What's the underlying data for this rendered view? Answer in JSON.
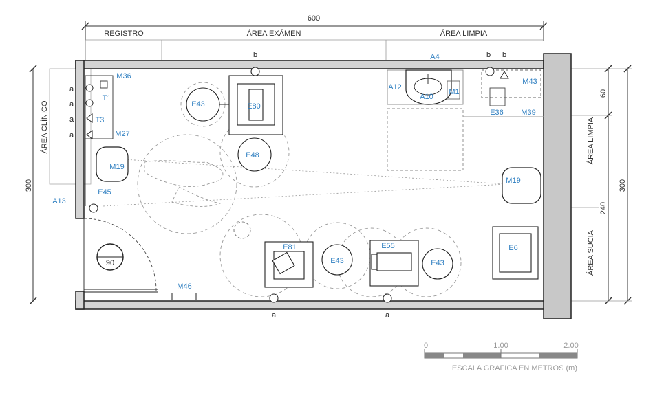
{
  "dimensions": {
    "top_total": "600",
    "left_total": "300",
    "right_total": "300",
    "right_upper": "60",
    "right_lower": "240"
  },
  "zones": {
    "registro": "REGISTRO",
    "area_examen": "ÁREA EXÁMEN",
    "area_limpia_top": "ÁREA LIMPIA",
    "area_clinico": "ÁREA CLÍNICO",
    "area_limpia_right": "ÁREA LIMPIA",
    "area_sucia": "ÁREA SUCIA"
  },
  "markers": {
    "b_exam": "b",
    "b1": "b",
    "b2": "b",
    "a_left": [
      "a",
      "a",
      "a",
      "a"
    ],
    "a_bottom1": "a",
    "a_bottom2": "a"
  },
  "labels": {
    "A4": "A4",
    "A12": "A12",
    "A10": "A10",
    "M1": "M1",
    "M43": "M43",
    "E36": "E36",
    "M39": "M39",
    "M36": "M36",
    "T1": "T1",
    "T3": "T3",
    "M27": "M27",
    "E43_a": "E43",
    "E80": "E80",
    "E48": "E48",
    "M19_left": "M19",
    "M19_right": "M19",
    "E45": "E45",
    "A13": "A13",
    "E81": "E81",
    "E43_b": "E43",
    "E55": "E55",
    "E43_c": "E43",
    "E6": "E6",
    "M46": "M46",
    "door_angle": "90"
  },
  "scale_bar": {
    "tick_0": "0",
    "tick_1": "1.00",
    "tick_2": "2.00",
    "caption": "ESCALA GRAFICA EN METROS (m)"
  }
}
